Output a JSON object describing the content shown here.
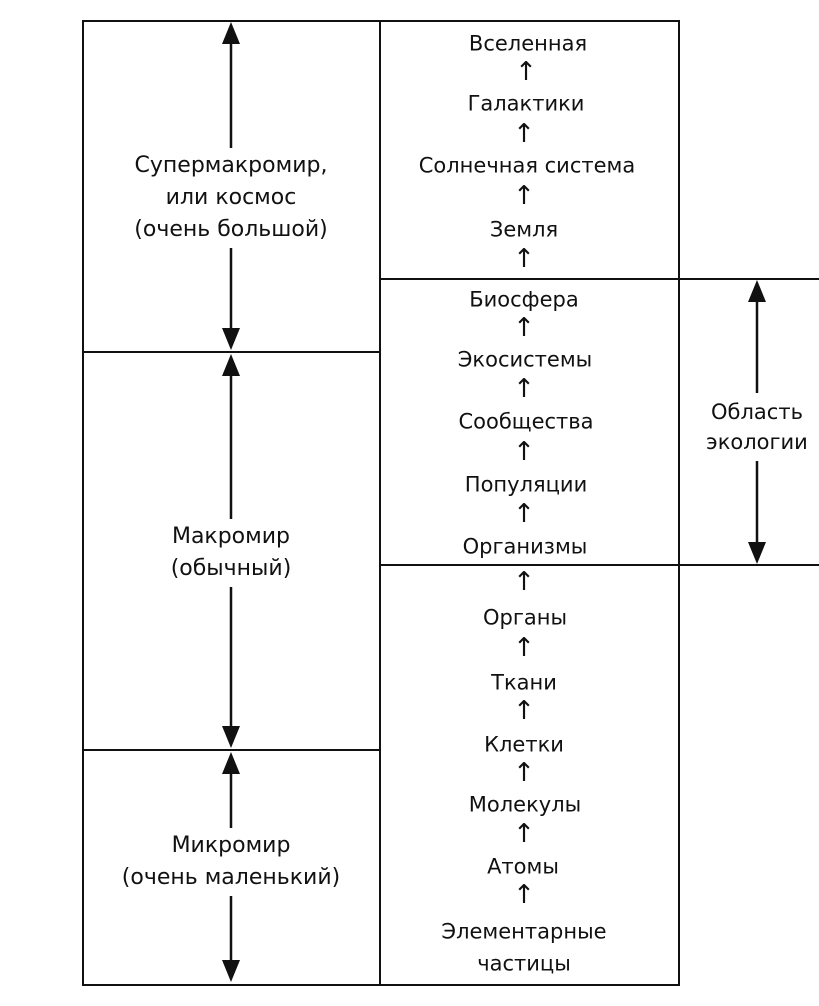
{
  "worlds": [
    {
      "id": "super",
      "lines": [
        "Супермакромир,",
        "или космос",
        "(очень большой)"
      ]
    },
    {
      "id": "macro",
      "lines": [
        "Макромир",
        "(обычный)"
      ]
    },
    {
      "id": "micro",
      "lines": [
        "Микромир",
        "(очень маленький)"
      ]
    }
  ],
  "levels": [
    "Вселенная",
    "Галактики",
    "Солнечная  система",
    "Земля",
    "Биосфера",
    "Экосистемы",
    "Сообщества",
    "Популяции",
    "Организмы",
    "Органы",
    "Ткани",
    "Клетки",
    "Молекулы",
    "Атомы",
    "Элементарные",
    "частицы"
  ],
  "level_arrow_glyph": "↑",
  "ecology_region": {
    "lines": [
      "Область",
      "экологии"
    ]
  }
}
